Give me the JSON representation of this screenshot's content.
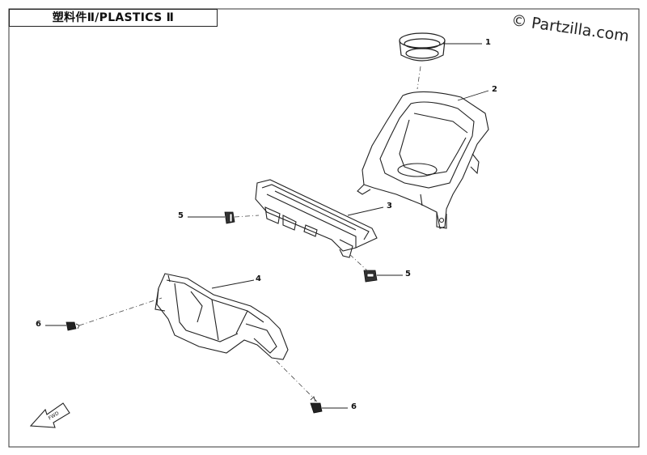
{
  "title": "塑料件Ⅱ/PLASTICS Ⅱ",
  "watermark": "© Partzilla.com",
  "fwd_label": "FWD",
  "callouts": [
    {
      "id": "c1",
      "text": "1"
    },
    {
      "id": "c2",
      "text": "2"
    },
    {
      "id": "c3",
      "text": "3"
    },
    {
      "id": "c4",
      "text": "4"
    },
    {
      "id": "c5a",
      "text": "5"
    },
    {
      "id": "c5b",
      "text": "5"
    },
    {
      "id": "c6a",
      "text": "6"
    },
    {
      "id": "c6b",
      "text": "6"
    }
  ],
  "colors": {
    "line": "#222222",
    "background": "#ffffff"
  }
}
